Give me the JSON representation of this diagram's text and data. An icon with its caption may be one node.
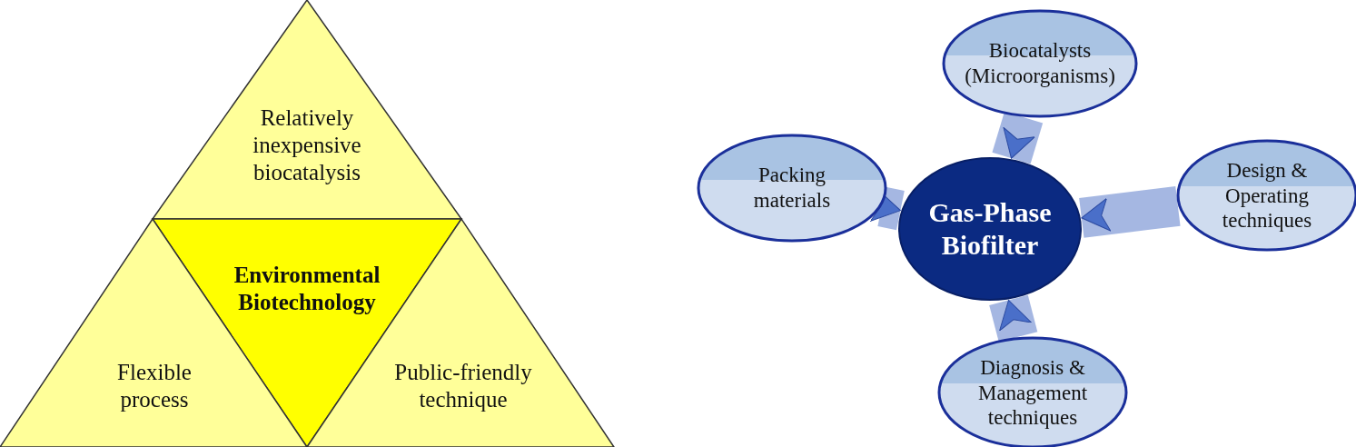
{
  "diagram": {
    "nodes": [
      {
        "text": [
          "Relatively inexpensive biocatalysis"
        ]
      },
      {
        "text": [
          "Environmental Biotechnology"
        ]
      },
      {
        "text": [
          "Flexible process"
        ]
      },
      {
        "text": [
          "Public-friendly technique"
        ]
      },
      {
        "text": [
          "Biocatalysts (Microorganisms)"
        ]
      },
      {
        "text": [
          "Packing materials"
        ]
      },
      {
        "text": [
          "Gas-Phase Biofilter"
        ]
      },
      {
        "text": [
          "Design & Operating techniques"
        ]
      },
      {
        "text": [
          "Diagnosis & Management techniques"
        ]
      }
    ],
    "edges": [
      {
        "from": 4,
        "to": 6,
        "arrow": "to"
      },
      {
        "from": 5,
        "to": 6,
        "arrow": "to"
      },
      {
        "from": 7,
        "to": 6,
        "arrow": "to"
      },
      {
        "from": 8,
        "to": 6,
        "arrow": "to"
      }
    ]
  }
}
